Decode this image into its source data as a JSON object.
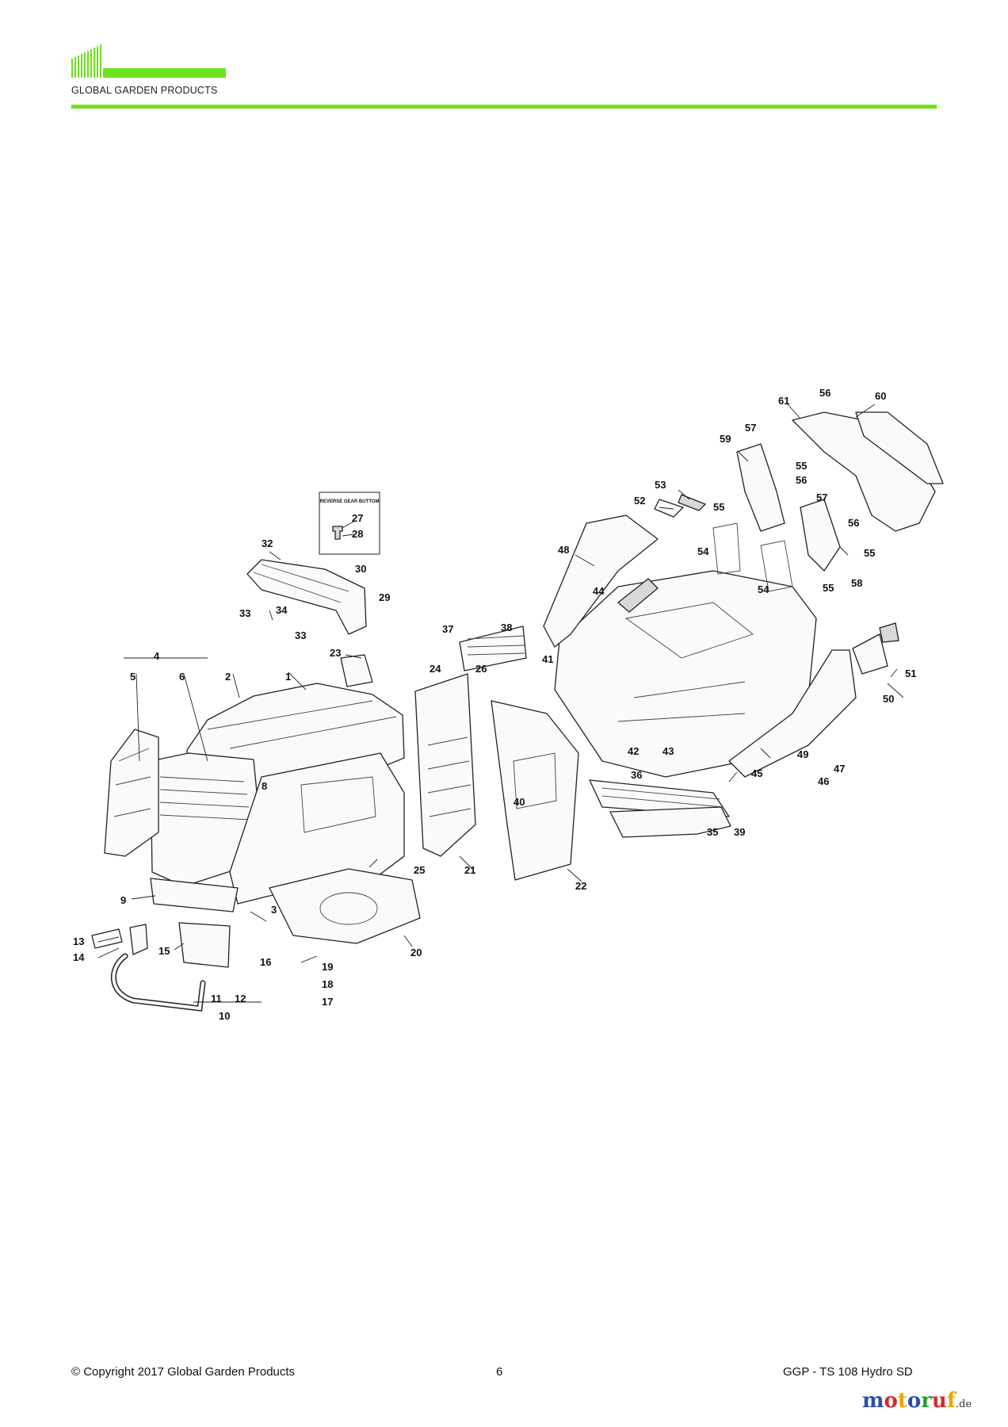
{
  "header": {
    "brand": "GLOBAL GARDEN PRODUCTS",
    "accent_color": "#6fe21d",
    "logo_icon": "bar-stripes-logo"
  },
  "diagram": {
    "inset_title": "REVERSE GEAR BUTTOM",
    "callouts": [
      "1",
      "2",
      "3",
      "4",
      "5",
      "6",
      "8",
      "9",
      "10",
      "11",
      "12",
      "13",
      "14",
      "15",
      "16",
      "17",
      "18",
      "19",
      "20",
      "21",
      "22",
      "23",
      "24",
      "25",
      "26",
      "27",
      "28",
      "29",
      "30",
      "32",
      "33",
      "34",
      "35",
      "36",
      "37",
      "38",
      "39",
      "40",
      "41",
      "42",
      "43",
      "44",
      "45",
      "46",
      "47",
      "48",
      "49",
      "50",
      "51",
      "52",
      "53",
      "54",
      "55",
      "56",
      "57",
      "58",
      "59",
      "60",
      "61"
    ]
  },
  "footer": {
    "copyright": "© Copyright 2017 Global Garden Products",
    "page_number": "6",
    "model": "GGP - TS 108 Hydro SD"
  },
  "watermark": {
    "letters": [
      "m",
      "o",
      "t",
      "o",
      "r",
      "u",
      "f"
    ],
    "colors": [
      "#2b4fa8",
      "#d42b2b",
      "#e8a600",
      "#2b4fa8",
      "#2c9b3a",
      "#d42b2b",
      "#e8a600"
    ],
    "tld": ".de"
  }
}
